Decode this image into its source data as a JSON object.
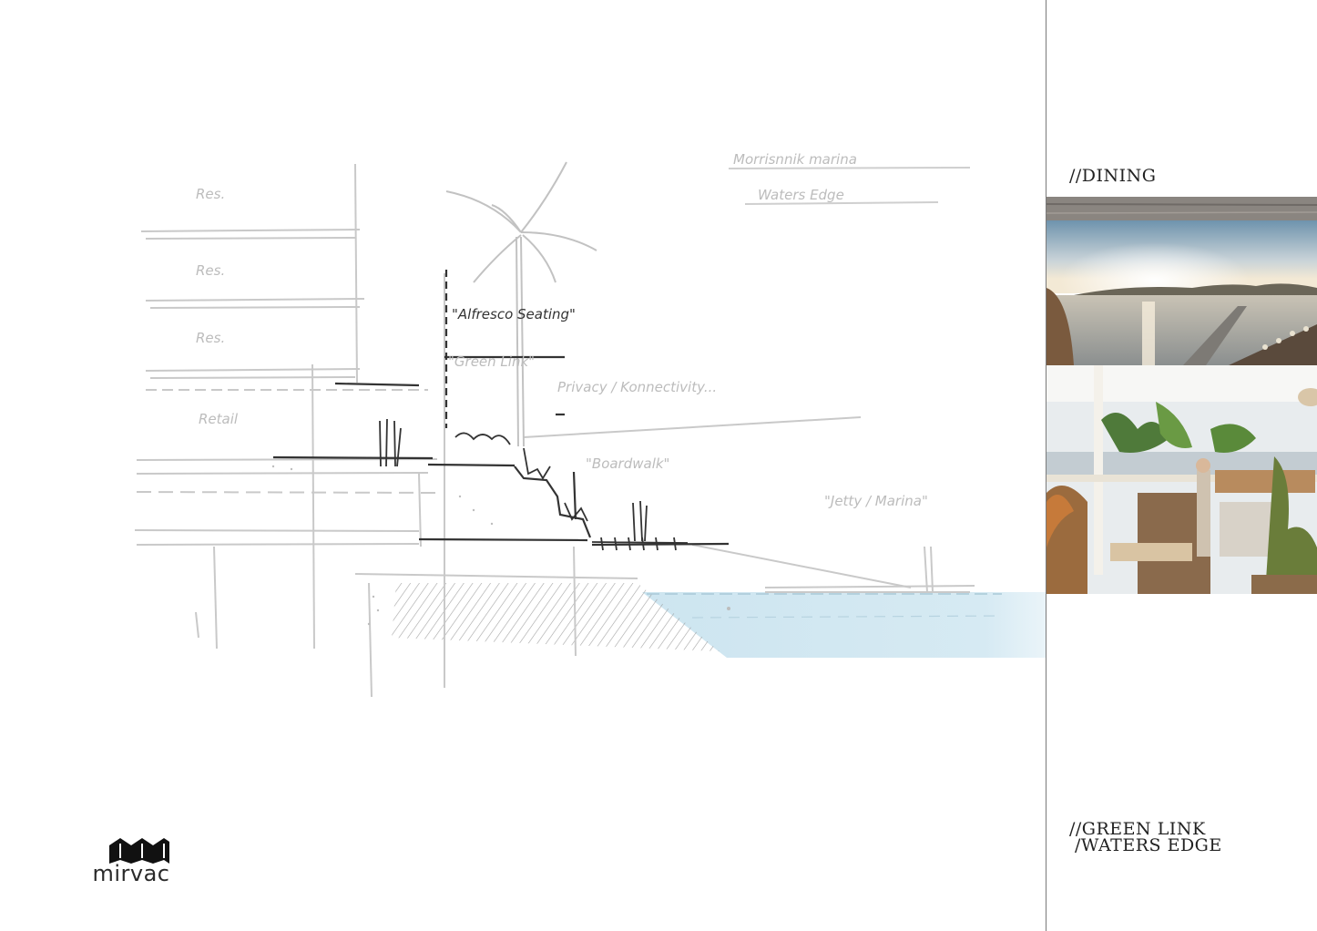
{
  "sketch": {
    "labels": {
      "top_title_line1": "Morrisnnik marina",
      "top_title_line2": "Waters Edge",
      "res1": "Res.",
      "res2": "Res.",
      "res3": "Res.",
      "retail": "Retail",
      "alfresco": "\"Alfresco Seating\"",
      "green_link": "\"Green Link\"",
      "privacy": "Privacy / Konnectivity...",
      "boardwalk": "\"Boardwalk\"",
      "jetty": "\"Jetty / Marina\""
    }
  },
  "panel": {
    "dining_title": "//DINING",
    "green_link_line1": "//GREEN LINK",
    "green_link_line2": "/WATERS EDGE"
  },
  "photos": [
    {
      "name": "waterfront-sunset-photo"
    },
    {
      "name": "restaurant-interior-photo"
    }
  ],
  "logo": {
    "text": "mirvac",
    "color": "#111111"
  },
  "colors": {
    "water": "#cfe6f1",
    "sketch_light": "#c8c8c8",
    "sketch_dark": "#333333"
  }
}
